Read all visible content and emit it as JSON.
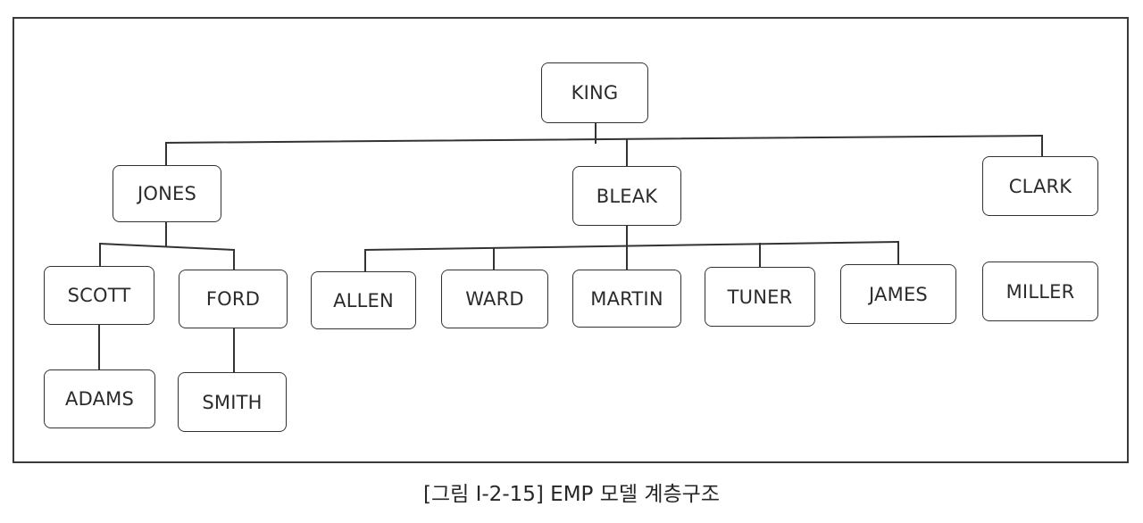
{
  "diagram": {
    "nodes": [
      {
        "id": "king",
        "label": "KING"
      },
      {
        "id": "jones",
        "label": "JONES"
      },
      {
        "id": "bleak",
        "label": "BLEAK"
      },
      {
        "id": "clark",
        "label": "CLARK"
      },
      {
        "id": "scott",
        "label": "SCOTT"
      },
      {
        "id": "ford",
        "label": "FORD"
      },
      {
        "id": "allen",
        "label": "ALLEN"
      },
      {
        "id": "ward",
        "label": "WARD"
      },
      {
        "id": "martin",
        "label": "MARTIN"
      },
      {
        "id": "tuner",
        "label": "TUNER"
      },
      {
        "id": "james",
        "label": "JAMES"
      },
      {
        "id": "miller",
        "label": "MILLER"
      },
      {
        "id": "adams",
        "label": "ADAMS"
      },
      {
        "id": "smith",
        "label": "SMITH"
      }
    ],
    "edges": [
      {
        "from": "king",
        "to": "jones"
      },
      {
        "from": "king",
        "to": "bleak"
      },
      {
        "from": "king",
        "to": "clark"
      },
      {
        "from": "jones",
        "to": "scott"
      },
      {
        "from": "jones",
        "to": "ford"
      },
      {
        "from": "bleak",
        "to": "allen"
      },
      {
        "from": "bleak",
        "to": "ward"
      },
      {
        "from": "bleak",
        "to": "martin"
      },
      {
        "from": "bleak",
        "to": "tuner"
      },
      {
        "from": "bleak",
        "to": "james"
      },
      {
        "from": "scott",
        "to": "adams"
      },
      {
        "from": "ford",
        "to": "smith"
      }
    ]
  },
  "caption": "[그림 Ⅰ-2-15] EMP 모델 계층구조"
}
